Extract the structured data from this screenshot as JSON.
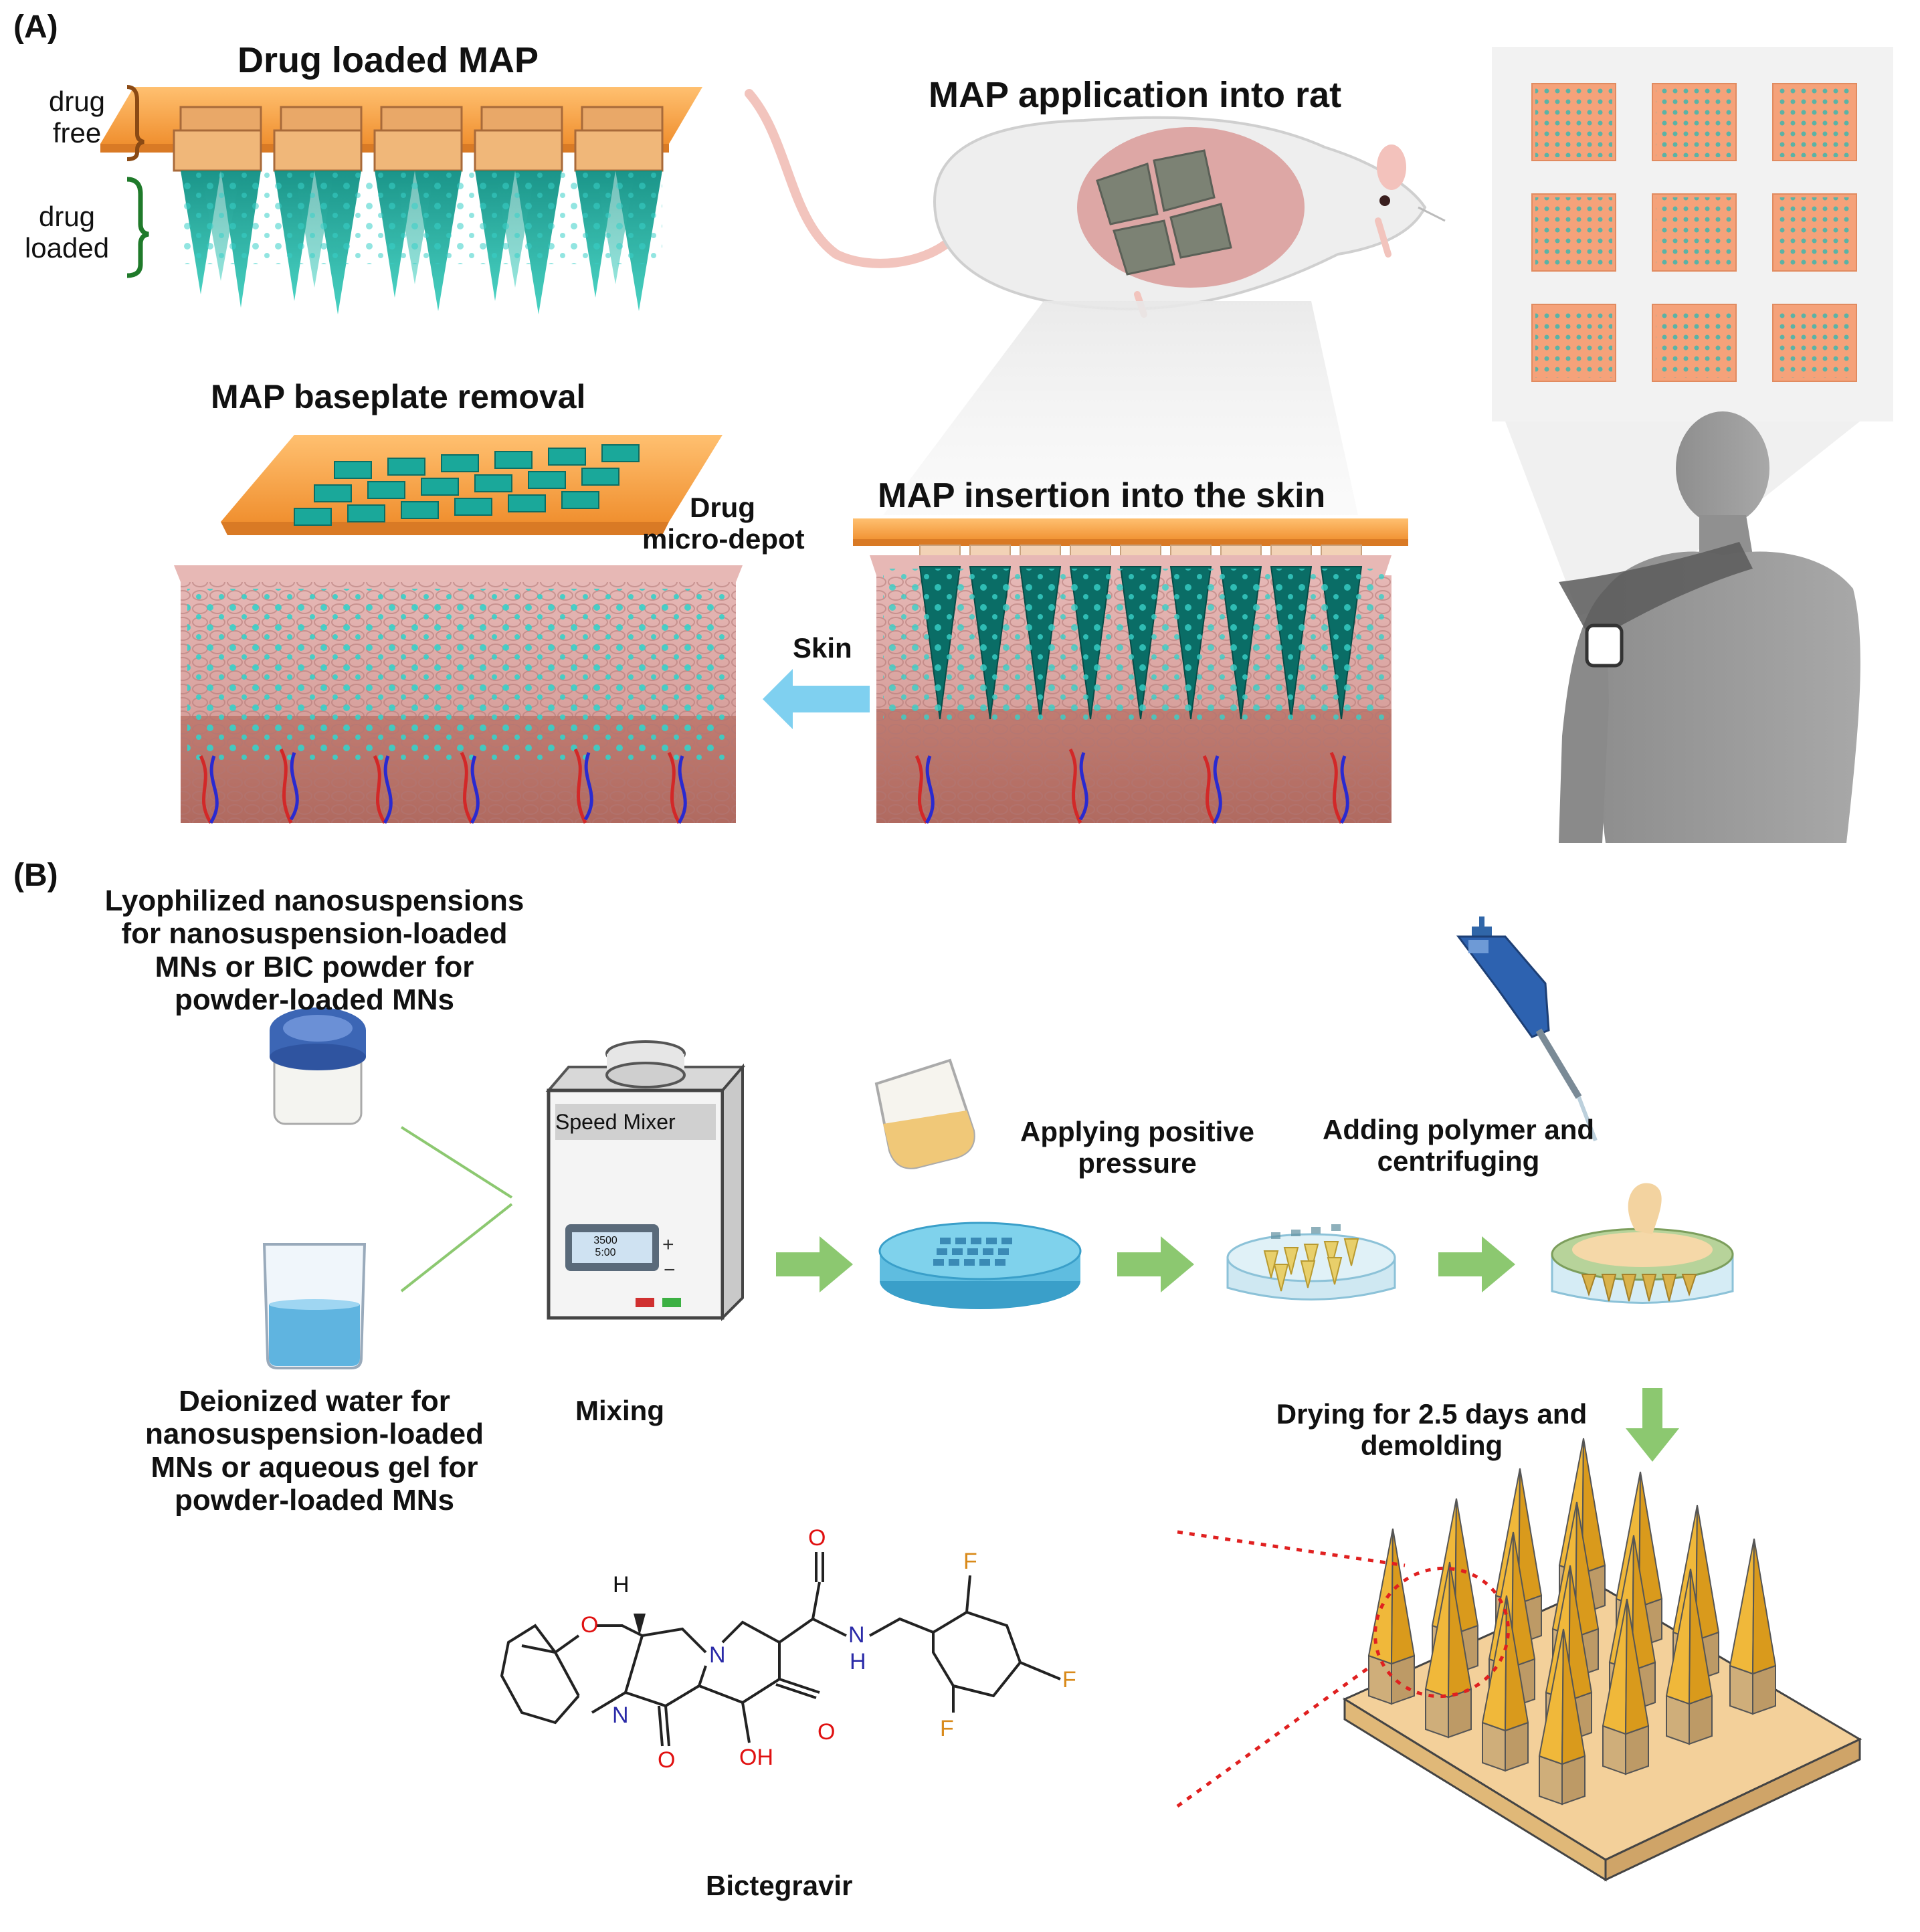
{
  "panel_a": {
    "label": "(A)",
    "drug_loaded_map_title": "Drug loaded MAP",
    "drug_free_label": [
      "drug",
      "free"
    ],
    "drug_loaded_label": [
      "drug",
      "loaded"
    ],
    "rat_title": "MAP application into rat",
    "baseplate_title": "MAP baseplate removal",
    "depot_label": [
      "Drug",
      "micro-depot"
    ],
    "insertion_title": "MAP insertion into the skin",
    "skin_label": "Skin",
    "colors": {
      "baseplate": "#f5a04a",
      "needle": "#1aa89a",
      "skin": "#c98a85",
      "arrow": "#7fd0f0"
    }
  },
  "panel_b": {
    "label": "(B)",
    "powder_caption": [
      "Lyophilized nanosuspensions",
      "for nanosuspension-loaded",
      "MNs or BIC powder for",
      "powder-loaded MNs"
    ],
    "water_caption": [
      "Deionized water for",
      "nanosuspension-loaded",
      "MNs or aqueous gel for",
      "powder-loaded MNs"
    ],
    "mixer_label": "Speed Mixer",
    "mixer_display": [
      "3500",
      "5:00"
    ],
    "mixing_caption": "Mixing",
    "pressure_caption": [
      "Applying positive",
      "pressure"
    ],
    "polymer_caption": [
      "Adding polymer and",
      "centrifuging"
    ],
    "drying_caption": [
      "Drying for 2.5 days and",
      "demolding"
    ],
    "molecule_name": "Bictegravir",
    "atoms": {
      "h": "H",
      "o_ring": "O",
      "n1": "N",
      "n2": "N",
      "o_top": "O",
      "nh_n": "N",
      "nh_h": "H",
      "o_right": "O",
      "o_bottom": "O",
      "oh": "OH",
      "f_top": "F",
      "f_left": "F",
      "f_right": "F"
    },
    "colors": {
      "arrow": "#8cc870",
      "needle": "#e0a82a",
      "base": "#f3d09a",
      "dotted": "#e02020"
    }
  }
}
